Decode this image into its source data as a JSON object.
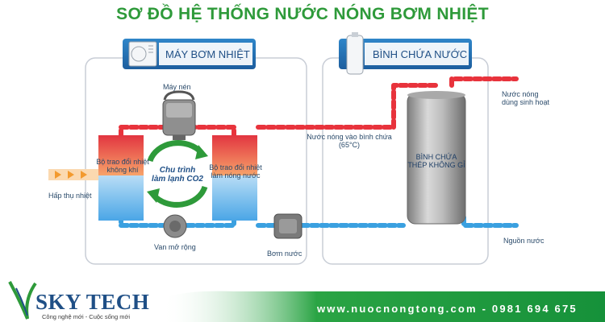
{
  "title": "SƠ ĐỒ HỆ THỐNG NƯỚC NÓNG BƠM NHIỆT",
  "sections": {
    "heat_pump": "MÁY BƠM NHIỆT",
    "tank": "BÌNH CHỨA NƯỚC"
  },
  "components": {
    "compressor": "Máy nén",
    "air_exchanger_l1": "Bộ trao đổi nhiệt",
    "air_exchanger_l2": "không khí",
    "water_exchanger_l1": "Bộ trao đổi nhiệt",
    "water_exchanger_l2": "làm nóng nước",
    "cycle_l1": "Chu trình",
    "cycle_l2": "làm lạnh CO2",
    "expansion_valve": "Van mở rộng",
    "water_pump": "Bơm nước",
    "tank_l1": "BÌNH CHỨA",
    "tank_l2": "THÉP KHÔNG GỈ"
  },
  "flows": {
    "heat_absorb": "Hấp thụ nhiệt",
    "hot_in_l1": "Nước nóng vào bình chứa",
    "hot_in_l2": "(65°C)",
    "hot_out_l1": "Nước nóng",
    "hot_out_l2": "dùng sinh hoạt",
    "water_source": "Nguồn nước"
  },
  "footer": {
    "brand": "SKY TECH",
    "slogan": "Công nghệ mới - Cuộc sống mới",
    "contact": "www.nuocnongtong.com - 0981 694 675"
  },
  "colors": {
    "title": "#2e9a3a",
    "hot_pipe": "#e8333c",
    "cold_pipe": "#3aa0e0",
    "accent": "#1f4f86",
    "footer_green": "#1e9a3a"
  }
}
